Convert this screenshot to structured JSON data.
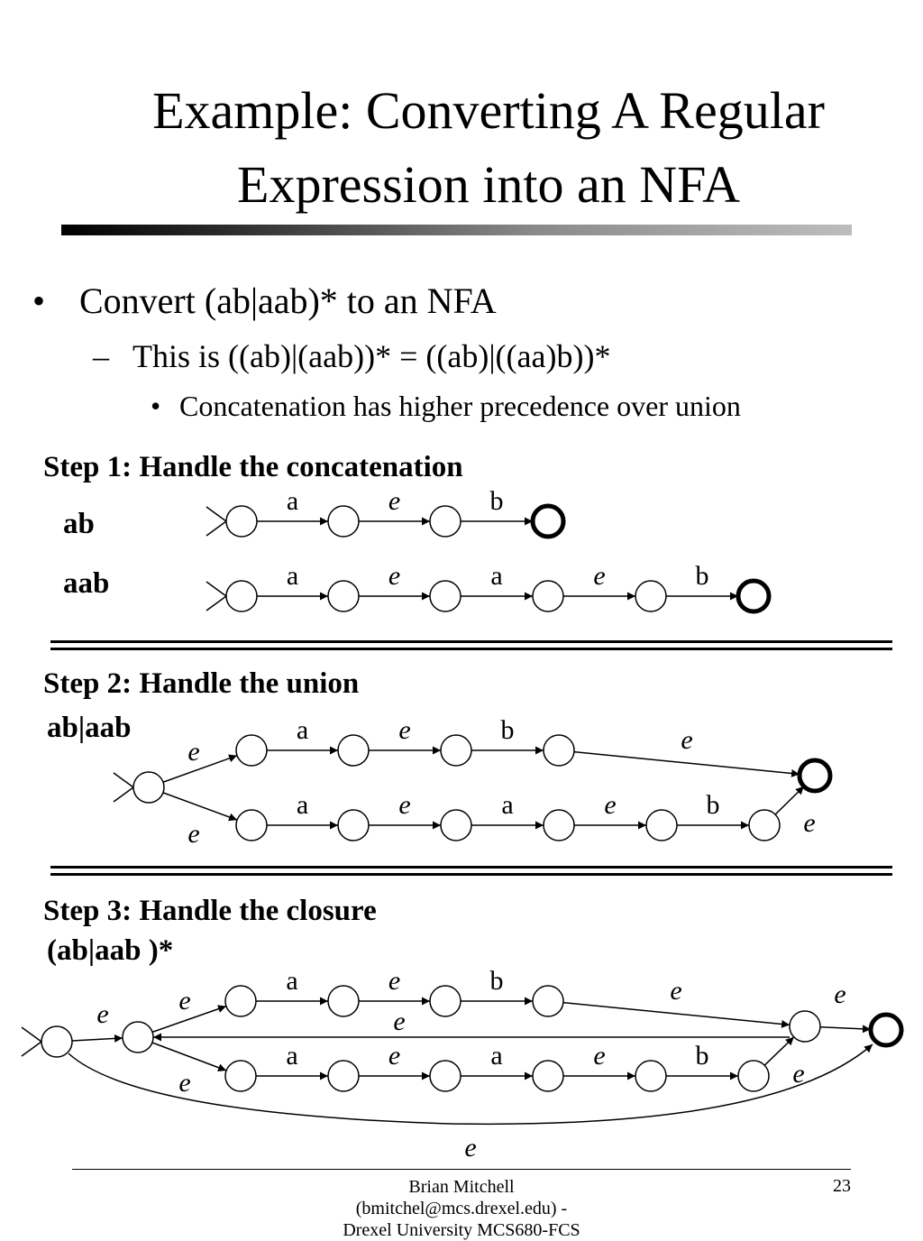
{
  "title_line1": "Example: Converting A Regular",
  "title_line2": "Expression into an NFA",
  "bullets": {
    "level1": {
      "marker": "•",
      "text": "Convert (ab|aab)* to an NFA"
    },
    "level2": {
      "marker": "–",
      "text": "This is ((ab)|(aab))*  = ((ab)|((aa)b))*"
    },
    "level3": {
      "marker": "•",
      "text": "Concatenation has higher precedence over union"
    }
  },
  "steps": {
    "step1": {
      "heading": "Step 1: Handle the concatenation",
      "label_ab": "ab",
      "label_aab": "aab"
    },
    "step2": {
      "heading": "Step 2: Handle the union",
      "label": "ab|aab"
    },
    "step3": {
      "heading": "Step 3: Handle the closure",
      "label": "(ab|aab )*"
    }
  },
  "symbols": {
    "a": "a",
    "b": "b",
    "epsilon": "e"
  },
  "footer": {
    "line1": "Brian Mitchell",
    "line2": "(bmitchel@mcs.drexel.edu) -",
    "line3": "Drexel University MCS680-FCS",
    "page": "23"
  }
}
